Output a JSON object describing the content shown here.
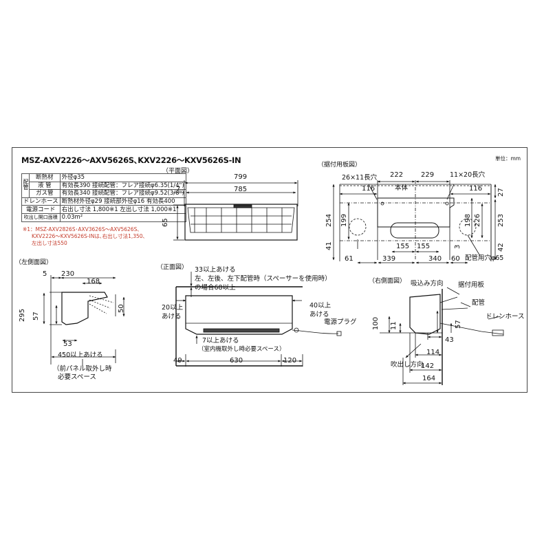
{
  "title": "MSZ-AXV2226～AXV5626S､KXV2226～KXV5626S-IN",
  "unit": "単位：mm",
  "spec": {
    "rows": [
      {
        "label": "断熱材",
        "value": "外径φ35"
      },
      {
        "label": "液 管",
        "value": "有効長390 接続配管：フレア接続φ6.35(1/4\")"
      },
      {
        "label": "ガス管",
        "value": "有効長340 接続配管：フレア接続φ9.52(3/8\")"
      },
      {
        "label": "ドレンホース",
        "value": "断熱材外径φ29 接続部外径φ16 有効長400"
      },
      {
        "label": "電源コード",
        "value": "右出し寸法 1,800※1 左出し寸法 1,000※1"
      },
      {
        "label": "吹出し開口面積",
        "value": "0.03m²"
      }
    ],
    "side_label": "配管",
    "note": [
      "※1：MSZ-AXV2826S･AXV3626S～AXV5626S､",
      "KXV2226～KXV5626S-INは､右出し寸法1,350､",
      "左出し寸法550"
    ]
  },
  "plan": {
    "title": "（平面図）",
    "dims": [
      "799",
      "785",
      "7",
      "65"
    ]
  },
  "mount": {
    "title": "（据付用板図）",
    "labels": [
      "26×11長穴",
      "本体",
      "11×20長穴",
      "配管用穴φ65"
    ],
    "dims": [
      "222",
      "229",
      "116",
      "116",
      "27",
      "254",
      "199",
      "198",
      "226",
      "253",
      "41",
      "155",
      "155",
      "3",
      "42",
      "61",
      "339",
      "340",
      "60"
    ]
  },
  "left": {
    "title": "（左側面図）",
    "dims": [
      "5",
      "230",
      "168",
      "295",
      "57",
      "50",
      "53"
    ],
    "clear": "450以上あける",
    "note": [
      "（前パネル取外し時",
      "必要スペース"
    ]
  },
  "front": {
    "title": "（正面図）",
    "top_clear": [
      "33以上あける",
      "左、左後、左下配管時（スペーサーを使用時）",
      "の場合68以上"
    ],
    "left_clear": [
      "20以上",
      "あける"
    ],
    "right_clear": [
      "40以上",
      "あける"
    ],
    "plug": "電源プラグ",
    "bottom_clear": [
      "7以上あける",
      "（室内機取外し時必要スペース）"
    ],
    "dims": [
      "49",
      "630",
      "120"
    ]
  },
  "right": {
    "title": "（右側面図）",
    "labels": [
      "吸込み方向",
      "据付用板",
      "配管",
      "ドレンホース",
      "吹出し方向"
    ],
    "dims": [
      "100",
      "11",
      "57",
      "43",
      "114",
      "142",
      "164"
    ]
  }
}
